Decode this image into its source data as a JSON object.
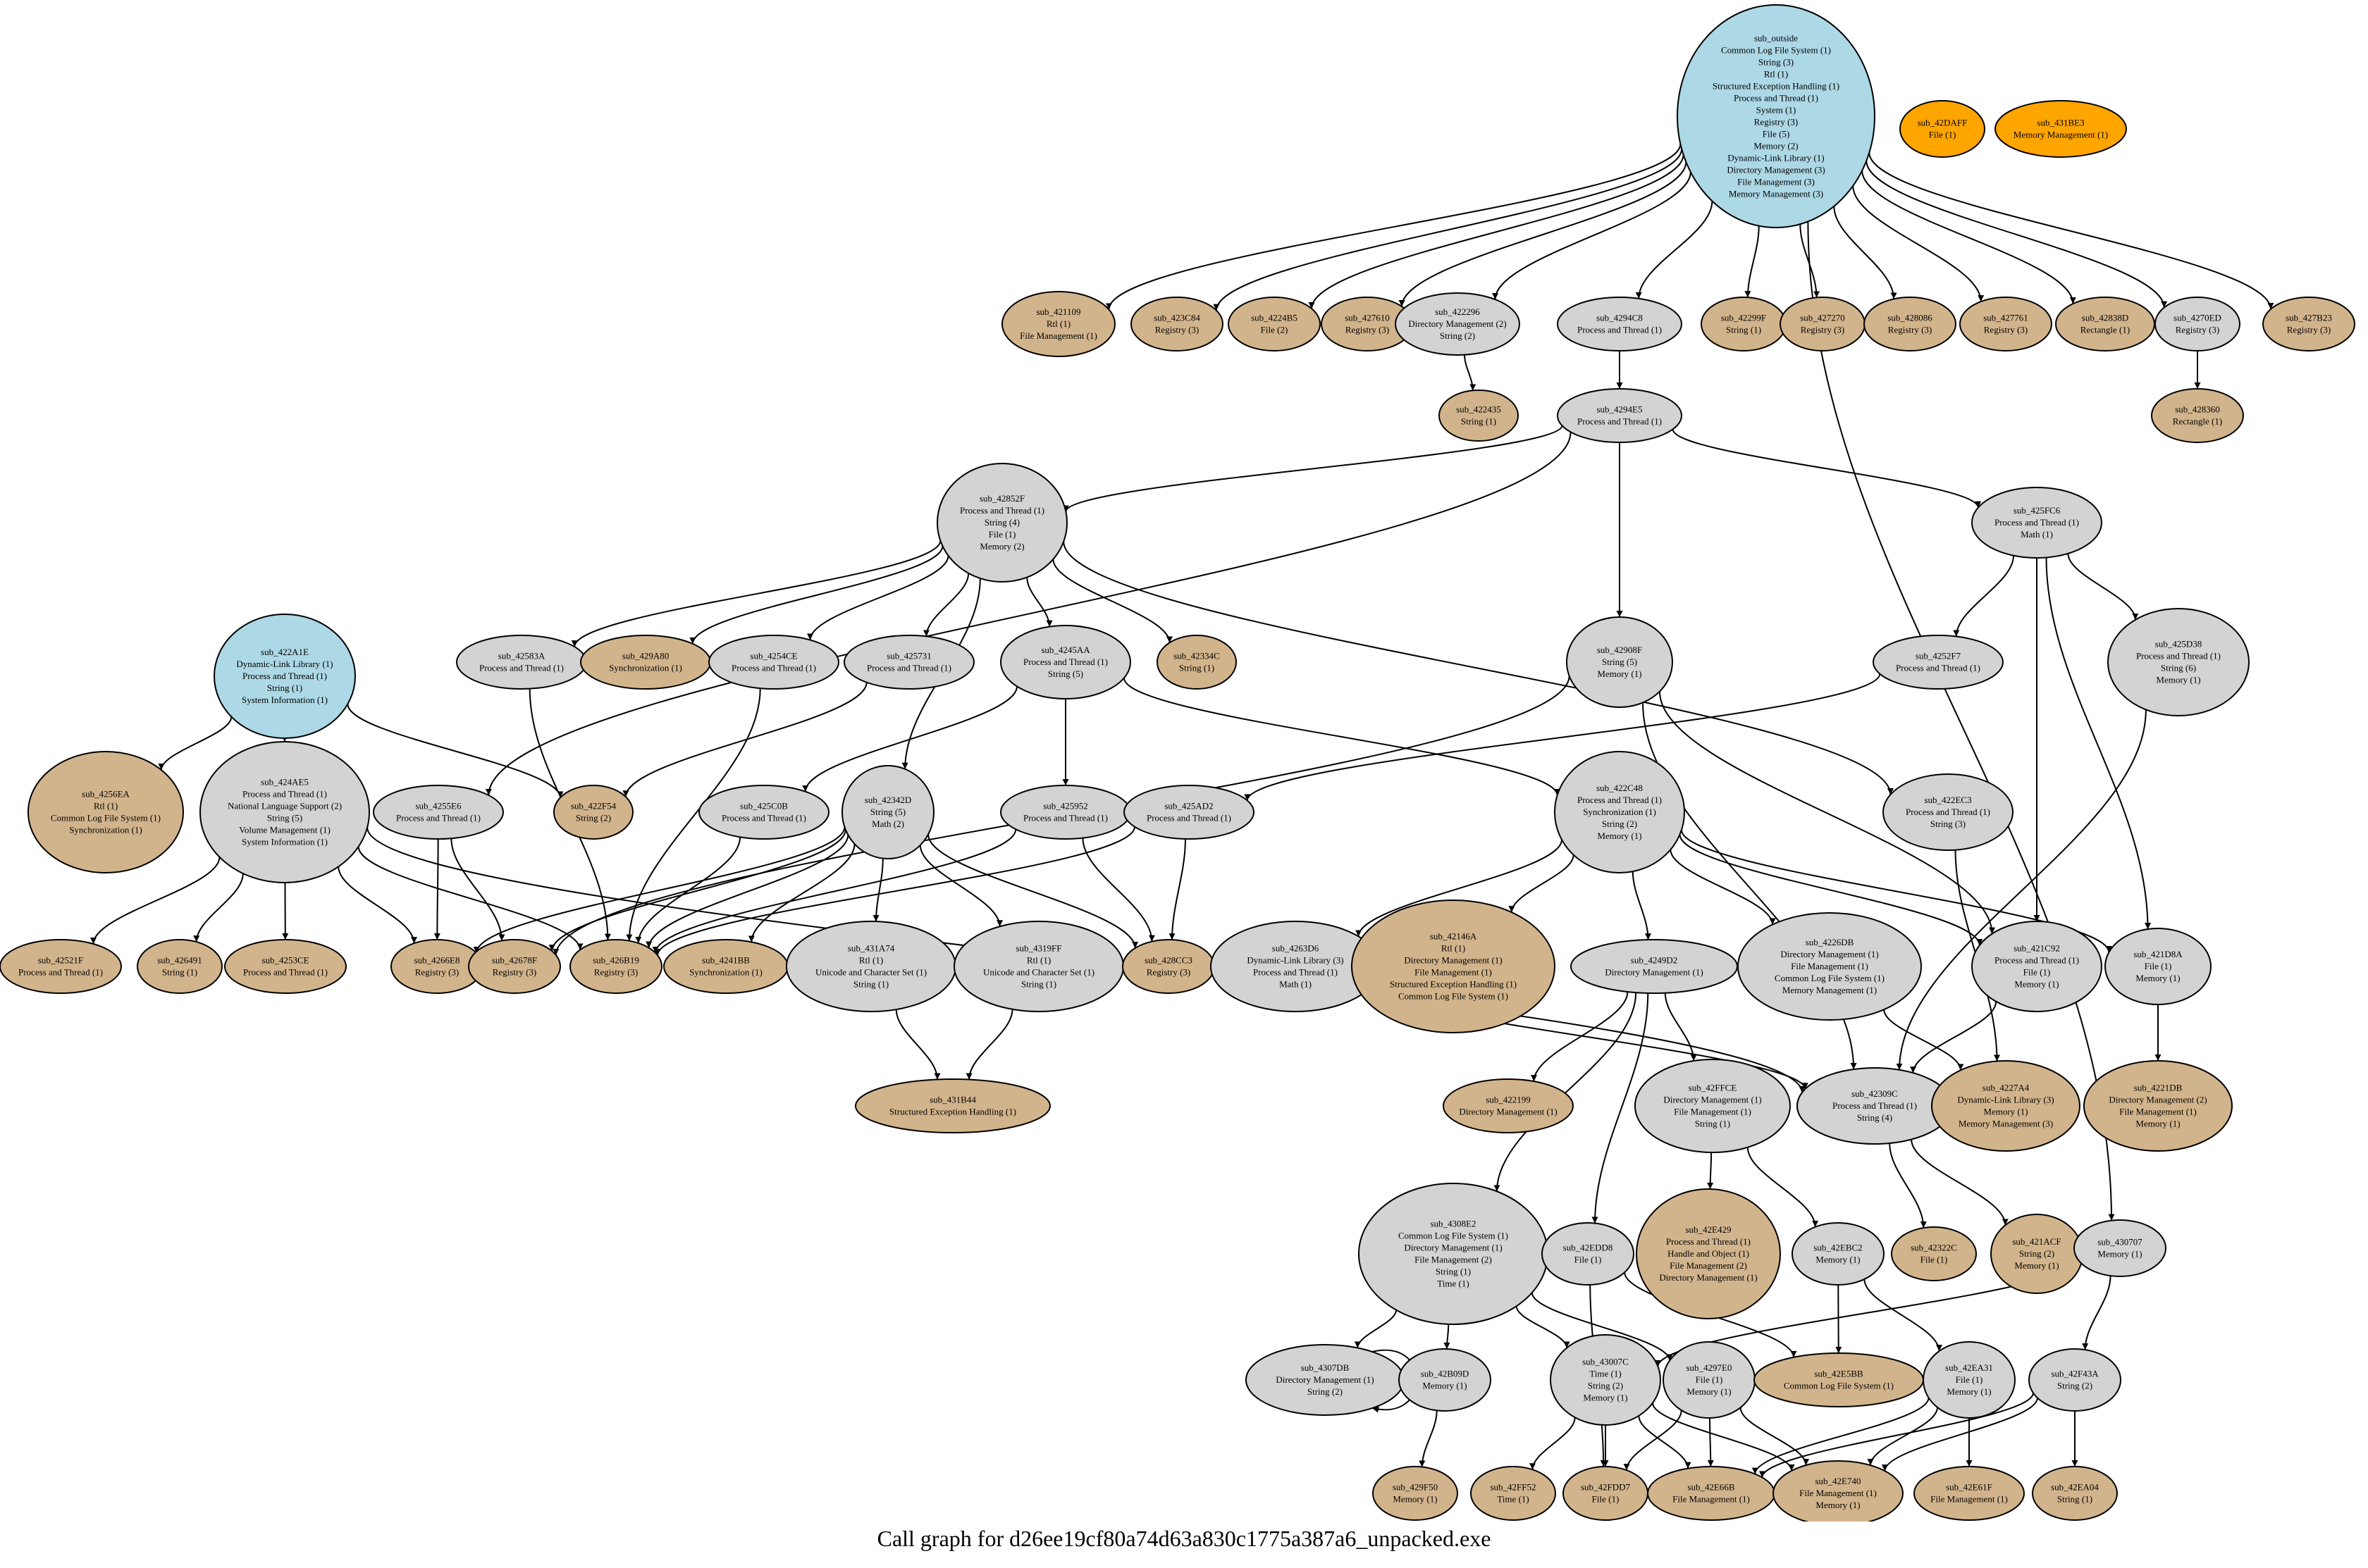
{
  "caption": "Call graph for d26ee19cf80a74d63a830c1775a387a6_unpacked.exe",
  "colors": {
    "root": "#add8e6",
    "leaf": "#d2b48c",
    "internal": "#d3d3d3",
    "orphan": "#ffa500",
    "stroke": "#000000"
  },
  "nodes": [
    {
      "id": "sub_outside",
      "kind": "root",
      "lines": [
        "sub_outside",
        "Common Log File System (1)",
        "String (3)",
        "Rtl (1)",
        "Structured Exception Handling (1)",
        "Process and Thread (1)",
        "System (1)",
        "Registry (3)",
        "File (5)",
        "Memory (2)",
        "Dynamic-Link Library (1)",
        "Directory Management (3)",
        "File Management (3)",
        "Memory Management (3)"
      ]
    },
    {
      "id": "sub_42DAFF",
      "kind": "orphan",
      "lines": [
        "sub_42DAFF",
        "File (1)"
      ]
    },
    {
      "id": "sub_431BE3",
      "kind": "orphan",
      "lines": [
        "sub_431BE3",
        "Memory Management (1)"
      ]
    },
    {
      "id": "sub_421109",
      "kind": "leaf",
      "lines": [
        "sub_421109",
        "Rtl (1)",
        "File Management (1)"
      ]
    },
    {
      "id": "sub_423C84",
      "kind": "leaf",
      "lines": [
        "sub_423C84",
        "Registry (3)"
      ]
    },
    {
      "id": "sub_4224B5",
      "kind": "leaf",
      "lines": [
        "sub_4224B5",
        "File (2)"
      ]
    },
    {
      "id": "sub_427610",
      "kind": "leaf",
      "lines": [
        "sub_427610",
        "Registry (3)"
      ]
    },
    {
      "id": "sub_422296",
      "kind": "internal",
      "lines": [
        "sub_422296",
        "Directory Management (2)",
        "String (2)"
      ]
    },
    {
      "id": "sub_4294C8",
      "kind": "internal",
      "lines": [
        "sub_4294C8",
        "Process and Thread (1)"
      ]
    },
    {
      "id": "sub_42299F",
      "kind": "leaf",
      "lines": [
        "sub_42299F",
        "String (1)"
      ]
    },
    {
      "id": "sub_427270",
      "kind": "leaf",
      "lines": [
        "sub_427270",
        "Registry (3)"
      ]
    },
    {
      "id": "sub_428086",
      "kind": "leaf",
      "lines": [
        "sub_428086",
        "Registry (3)"
      ]
    },
    {
      "id": "sub_427761",
      "kind": "leaf",
      "lines": [
        "sub_427761",
        "Registry (3)"
      ]
    },
    {
      "id": "sub_42838D",
      "kind": "leaf",
      "lines": [
        "sub_42838D",
        "Rectangle (1)"
      ]
    },
    {
      "id": "sub_4270ED",
      "kind": "internal",
      "lines": [
        "sub_4270ED",
        "Registry (3)"
      ]
    },
    {
      "id": "sub_427B23",
      "kind": "leaf",
      "lines": [
        "sub_427B23",
        "Registry (3)"
      ]
    },
    {
      "id": "sub_422435",
      "kind": "leaf",
      "lines": [
        "sub_422435",
        "String (1)"
      ]
    },
    {
      "id": "sub_428360",
      "kind": "leaf",
      "lines": [
        "sub_428360",
        "Rectangle (1)"
      ]
    },
    {
      "id": "sub_4294E5",
      "kind": "internal",
      "lines": [
        "sub_4294E5",
        "Process and Thread (1)"
      ]
    },
    {
      "id": "sub_42852F",
      "kind": "internal",
      "lines": [
        "sub_42852F",
        "Process and Thread (1)",
        "String (4)",
        "File (1)",
        "Memory (2)"
      ]
    },
    {
      "id": "sub_425FC6",
      "kind": "internal",
      "lines": [
        "sub_425FC6",
        "Process and Thread (1)",
        "Math (1)"
      ]
    },
    {
      "id": "sub_422A1E",
      "kind": "root",
      "lines": [
        "sub_422A1E",
        "Dynamic-Link Library (1)",
        "Process and Thread (1)",
        "String (1)",
        "System Information (1)"
      ]
    },
    {
      "id": "sub_42583A",
      "kind": "internal",
      "lines": [
        "sub_42583A",
        "Process and Thread (1)"
      ]
    },
    {
      "id": "sub_429A80",
      "kind": "leaf",
      "lines": [
        "sub_429A80",
        "Synchronization (1)"
      ]
    },
    {
      "id": "sub_4254CE",
      "kind": "internal",
      "lines": [
        "sub_4254CE",
        "Process and Thread (1)"
      ]
    },
    {
      "id": "sub_425731",
      "kind": "internal",
      "lines": [
        "sub_425731",
        "Process and Thread (1)"
      ]
    },
    {
      "id": "sub_4245AA",
      "kind": "internal",
      "lines": [
        "sub_4245AA",
        "Process and Thread (1)",
        "String (5)"
      ]
    },
    {
      "id": "sub_42334C",
      "kind": "leaf",
      "lines": [
        "sub_42334C",
        "String (1)"
      ]
    },
    {
      "id": "sub_42908F",
      "kind": "internal",
      "lines": [
        "sub_42908F",
        "String (5)",
        "Memory (1)"
      ]
    },
    {
      "id": "sub_4252F7",
      "kind": "internal",
      "lines": [
        "sub_4252F7",
        "Process and Thread (1)"
      ]
    },
    {
      "id": "sub_425D38",
      "kind": "internal",
      "lines": [
        "sub_425D38",
        "Process and Thread (1)",
        "String (6)",
        "Memory (1)"
      ]
    },
    {
      "id": "sub_4256EA",
      "kind": "leaf",
      "lines": [
        "sub_4256EA",
        "Rtl (1)",
        "Common Log File System (1)",
        "Synchronization (1)"
      ]
    },
    {
      "id": "sub_424AE5",
      "kind": "internal",
      "lines": [
        "sub_424AE5",
        "Process and Thread (1)",
        "National Language Support (2)",
        "String (5)",
        "Volume Management (1)",
        "System Information (1)"
      ]
    },
    {
      "id": "sub_4255E6",
      "kind": "internal",
      "lines": [
        "sub_4255E6",
        "Process and Thread (1)"
      ]
    },
    {
      "id": "sub_422F54",
      "kind": "leaf",
      "lines": [
        "sub_422F54",
        "String (2)"
      ]
    },
    {
      "id": "sub_425C0B",
      "kind": "internal",
      "lines": [
        "sub_425C0B",
        "Process and Thread (1)"
      ]
    },
    {
      "id": "sub_42342D",
      "kind": "internal",
      "lines": [
        "sub_42342D",
        "String (5)",
        "Math (2)"
      ]
    },
    {
      "id": "sub_425952",
      "kind": "internal",
      "lines": [
        "sub_425952",
        "Process and Thread (1)"
      ]
    },
    {
      "id": "sub_425AD2",
      "kind": "internal",
      "lines": [
        "sub_425AD2",
        "Process and Thread (1)"
      ]
    },
    {
      "id": "sub_422C48",
      "kind": "internal",
      "lines": [
        "sub_422C48",
        "Process and Thread (1)",
        "Synchronization (1)",
        "String (2)",
        "Memory (1)"
      ]
    },
    {
      "id": "sub_422EC3",
      "kind": "internal",
      "lines": [
        "sub_422EC3",
        "Process and Thread (1)",
        "String (3)"
      ]
    },
    {
      "id": "sub_42521F",
      "kind": "leaf",
      "lines": [
        "sub_42521F",
        "Process and Thread (1)"
      ]
    },
    {
      "id": "sub_426491",
      "kind": "leaf",
      "lines": [
        "sub_426491",
        "String (1)"
      ]
    },
    {
      "id": "sub_4253CE",
      "kind": "leaf",
      "lines": [
        "sub_4253CE",
        "Process and Thread (1)"
      ]
    },
    {
      "id": "sub_4266E8",
      "kind": "leaf",
      "lines": [
        "sub_4266E8",
        "Registry (3)"
      ]
    },
    {
      "id": "sub_42678F",
      "kind": "leaf",
      "lines": [
        "sub_42678F",
        "Registry (3)"
      ]
    },
    {
      "id": "sub_426B19",
      "kind": "leaf",
      "lines": [
        "sub_426B19",
        "Registry (3)"
      ]
    },
    {
      "id": "sub_4241BB",
      "kind": "leaf",
      "lines": [
        "sub_4241BB",
        "Synchronization (1)"
      ]
    },
    {
      "id": "sub_431A74",
      "kind": "internal",
      "lines": [
        "sub_431A74",
        "Rtl (1)",
        "Unicode and Character Set (1)",
        "String (1)"
      ]
    },
    {
      "id": "sub_4319FF",
      "kind": "internal",
      "lines": [
        "sub_4319FF",
        "Rtl (1)",
        "Unicode and Character Set (1)",
        "String (1)"
      ]
    },
    {
      "id": "sub_428CC3",
      "kind": "leaf",
      "lines": [
        "sub_428CC3",
        "Registry (3)"
      ]
    },
    {
      "id": "sub_4263D6",
      "kind": "internal",
      "lines": [
        "sub_4263D6",
        "Dynamic-Link Library (3)",
        "Process and Thread (1)",
        "Math (1)"
      ]
    },
    {
      "id": "sub_42146A",
      "kind": "leaf",
      "lines": [
        "sub_42146A",
        "Rtl (1)",
        "Directory Management (1)",
        "File Management (1)",
        "Structured Exception Handling (1)",
        "Common Log File System (1)"
      ]
    },
    {
      "id": "sub_4249D2",
      "kind": "internal",
      "lines": [
        "sub_4249D2",
        "Directory Management (1)"
      ]
    },
    {
      "id": "sub_4226DB",
      "kind": "internal",
      "lines": [
        "sub_4226DB",
        "Directory Management (1)",
        "File Management (1)",
        "Common Log File System (1)",
        "Memory Management (1)"
      ]
    },
    {
      "id": "sub_421C92",
      "kind": "internal",
      "lines": [
        "sub_421C92",
        "Process and Thread (1)",
        "File (1)",
        "Memory (1)"
      ]
    },
    {
      "id": "sub_421D8A",
      "kind": "internal",
      "lines": [
        "sub_421D8A",
        "File (1)",
        "Memory (1)"
      ]
    },
    {
      "id": "sub_431B44",
      "kind": "leaf",
      "lines": [
        "sub_431B44",
        "Structured Exception Handling (1)"
      ]
    },
    {
      "id": "sub_422199",
      "kind": "leaf",
      "lines": [
        "sub_422199",
        "Directory Management (1)"
      ]
    },
    {
      "id": "sub_42FFCE",
      "kind": "internal",
      "lines": [
        "sub_42FFCE",
        "Directory Management (1)",
        "File Management (1)",
        "String (1)"
      ]
    },
    {
      "id": "sub_42309C",
      "kind": "internal",
      "lines": [
        "sub_42309C",
        "Process and Thread (1)",
        "String (4)"
      ]
    },
    {
      "id": "sub_4227A4",
      "kind": "leaf",
      "lines": [
        "sub_4227A4",
        "Dynamic-Link Library (3)",
        "Memory (1)",
        "Memory Management (3)"
      ]
    },
    {
      "id": "sub_4221DB",
      "kind": "leaf",
      "lines": [
        "sub_4221DB",
        "Directory Management (2)",
        "File Management (1)",
        "Memory (1)"
      ]
    },
    {
      "id": "sub_4308E2",
      "kind": "internal",
      "lines": [
        "sub_4308E2",
        "Common Log File System (1)",
        "Directory Management (1)",
        "File Management (2)",
        "String (1)",
        "Time (1)"
      ]
    },
    {
      "id": "sub_42EDD8",
      "kind": "internal",
      "lines": [
        "sub_42EDD8",
        "File (1)"
      ]
    },
    {
      "id": "sub_42E429",
      "kind": "leaf",
      "lines": [
        "sub_42E429",
        "Process and Thread (1)",
        "Handle and Object (1)",
        "File Management (2)",
        "Directory Management (1)"
      ]
    },
    {
      "id": "sub_42EBC2",
      "kind": "internal",
      "lines": [
        "sub_42EBC2",
        "Memory (1)"
      ]
    },
    {
      "id": "sub_42322C",
      "kind": "leaf",
      "lines": [
        "sub_42322C",
        "File (1)"
      ]
    },
    {
      "id": "sub_421ACF",
      "kind": "leaf",
      "lines": [
        "sub_421ACF",
        "String (2)",
        "Memory (1)"
      ]
    },
    {
      "id": "sub_430707",
      "kind": "internal",
      "lines": [
        "sub_430707",
        "Memory (1)"
      ]
    },
    {
      "id": "sub_4307DB",
      "kind": "internal",
      "lines": [
        "sub_4307DB",
        "Directory Management (1)",
        "String (2)"
      ]
    },
    {
      "id": "sub_42B09D",
      "kind": "internal",
      "lines": [
        "sub_42B09D",
        "Memory (1)"
      ]
    },
    {
      "id": "sub_43007C",
      "kind": "internal",
      "lines": [
        "sub_43007C",
        "Time (1)",
        "String (2)",
        "Memory (1)"
      ]
    },
    {
      "id": "sub_4297E0",
      "kind": "internal",
      "lines": [
        "sub_4297E0",
        "File (1)",
        "Memory (1)"
      ]
    },
    {
      "id": "sub_42E5BB",
      "kind": "leaf",
      "lines": [
        "sub_42E5BB",
        "Common Log File System (1)"
      ]
    },
    {
      "id": "sub_42EA31",
      "kind": "internal",
      "lines": [
        "sub_42EA31",
        "File (1)",
        "Memory (1)"
      ]
    },
    {
      "id": "sub_42F43A",
      "kind": "internal",
      "lines": [
        "sub_42F43A",
        "String (2)"
      ]
    },
    {
      "id": "sub_429F50",
      "kind": "leaf",
      "lines": [
        "sub_429F50",
        "Memory (1)"
      ]
    },
    {
      "id": "sub_42FF52",
      "kind": "leaf",
      "lines": [
        "sub_42FF52",
        "Time (1)"
      ]
    },
    {
      "id": "sub_42FDD7",
      "kind": "leaf",
      "lines": [
        "sub_42FDD7",
        "File (1)"
      ]
    },
    {
      "id": "sub_42E66B",
      "kind": "leaf",
      "lines": [
        "sub_42E66B",
        "File Management (1)"
      ]
    },
    {
      "id": "sub_42E740",
      "kind": "leaf",
      "lines": [
        "sub_42E740",
        "File Management (1)",
        "Memory (1)"
      ]
    },
    {
      "id": "sub_42E61F",
      "kind": "leaf",
      "lines": [
        "sub_42E61F",
        "File Management (1)"
      ]
    },
    {
      "id": "sub_42EA04",
      "kind": "leaf",
      "lines": [
        "sub_42EA04",
        "String (1)"
      ]
    }
  ],
  "edges": [
    [
      "sub_outside",
      "sub_421109"
    ],
    [
      "sub_outside",
      "sub_423C84"
    ],
    [
      "sub_outside",
      "sub_4224B5"
    ],
    [
      "sub_outside",
      "sub_427610"
    ],
    [
      "sub_outside",
      "sub_422296"
    ],
    [
      "sub_outside",
      "sub_4294C8"
    ],
    [
      "sub_outside",
      "sub_42299F"
    ],
    [
      "sub_outside",
      "sub_427270"
    ],
    [
      "sub_outside",
      "sub_428086"
    ],
    [
      "sub_outside",
      "sub_427761"
    ],
    [
      "sub_outside",
      "sub_42838D"
    ],
    [
      "sub_outside",
      "sub_4270ED"
    ],
    [
      "sub_outside",
      "sub_427B23"
    ],
    [
      "sub_outside",
      "sub_430707"
    ],
    [
      "sub_422296",
      "sub_422435"
    ],
    [
      "sub_4270ED",
      "sub_428360"
    ],
    [
      "sub_4294C8",
      "sub_4294E5"
    ],
    [
      "sub_4294E5",
      "sub_42852F"
    ],
    [
      "sub_4294E5",
      "sub_425FC6"
    ],
    [
      "sub_4294E5",
      "sub_42908F"
    ],
    [
      "sub_4294E5",
      "sub_4255E6"
    ],
    [
      "sub_42852F",
      "sub_42583A"
    ],
    [
      "sub_42852F",
      "sub_429A80"
    ],
    [
      "sub_42852F",
      "sub_4254CE"
    ],
    [
      "sub_42852F",
      "sub_425731"
    ],
    [
      "sub_42852F",
      "sub_4245AA"
    ],
    [
      "sub_42852F",
      "sub_42334C"
    ],
    [
      "sub_42852F",
      "sub_42342D"
    ],
    [
      "sub_42852F",
      "sub_422EC3"
    ],
    [
      "sub_425FC6",
      "sub_4252F7"
    ],
    [
      "sub_425FC6",
      "sub_425D38"
    ],
    [
      "sub_425FC6",
      "sub_421C92"
    ],
    [
      "sub_425FC6",
      "sub_421D8A"
    ],
    [
      "sub_422A1E",
      "sub_4256EA"
    ],
    [
      "sub_422A1E",
      "sub_424AE5"
    ],
    [
      "sub_422A1E",
      "sub_422F54"
    ],
    [
      "sub_42583A",
      "sub_426B19"
    ],
    [
      "sub_4254CE",
      "sub_426B19"
    ],
    [
      "sub_425731",
      "sub_422F54"
    ],
    [
      "sub_4245AA",
      "sub_425C0B"
    ],
    [
      "sub_4245AA",
      "sub_425952"
    ],
    [
      "sub_4245AA",
      "sub_422C48"
    ],
    [
      "sub_42908F",
      "sub_42678F"
    ],
    [
      "sub_42908F",
      "sub_421C92"
    ],
    [
      "sub_42908F",
      "sub_42309C"
    ],
    [
      "sub_4252F7",
      "sub_425AD2"
    ],
    [
      "sub_425D38",
      "sub_42309C"
    ],
    [
      "sub_424AE5",
      "sub_42521F"
    ],
    [
      "sub_424AE5",
      "sub_426491"
    ],
    [
      "sub_424AE5",
      "sub_4253CE"
    ],
    [
      "sub_424AE5",
      "sub_4266E8"
    ],
    [
      "sub_424AE5",
      "sub_426B19"
    ],
    [
      "sub_424AE5",
      "sub_42309C"
    ],
    [
      "sub_4255E6",
      "sub_4266E8"
    ],
    [
      "sub_4255E6",
      "sub_42678F"
    ],
    [
      "sub_425C0B",
      "sub_426B19"
    ],
    [
      "sub_42342D",
      "sub_4266E8"
    ],
    [
      "sub_42342D",
      "sub_42678F"
    ],
    [
      "sub_42342D",
      "sub_426B19"
    ],
    [
      "sub_42342D",
      "sub_4241BB"
    ],
    [
      "sub_42342D",
      "sub_431A74"
    ],
    [
      "sub_42342D",
      "sub_4319FF"
    ],
    [
      "sub_42342D",
      "sub_428CC3"
    ],
    [
      "sub_425952",
      "sub_426B19"
    ],
    [
      "sub_425952",
      "sub_428CC3"
    ],
    [
      "sub_425AD2",
      "sub_426B19"
    ],
    [
      "sub_425AD2",
      "sub_428CC3"
    ],
    [
      "sub_422C48",
      "sub_4263D6"
    ],
    [
      "sub_422C48",
      "sub_42146A"
    ],
    [
      "sub_422C48",
      "sub_4249D2"
    ],
    [
      "sub_422C48",
      "sub_4226DB"
    ],
    [
      "sub_422C48",
      "sub_421C92"
    ],
    [
      "sub_422C48",
      "sub_421D8A"
    ],
    [
      "sub_422EC3",
      "sub_4227A4"
    ],
    [
      "sub_431A74",
      "sub_431B44"
    ],
    [
      "sub_4319FF",
      "sub_431B44"
    ],
    [
      "sub_4263D6",
      "sub_42309C"
    ],
    [
      "sub_4249D2",
      "sub_422199"
    ],
    [
      "sub_4249D2",
      "sub_42FFCE"
    ],
    [
      "sub_4249D2",
      "sub_4308E2"
    ],
    [
      "sub_4249D2",
      "sub_42EDD8"
    ],
    [
      "sub_4226DB",
      "sub_4227A4"
    ],
    [
      "sub_421C92",
      "sub_42309C"
    ],
    [
      "sub_421D8A",
      "sub_4221DB"
    ],
    [
      "sub_42FFCE",
      "sub_42E429"
    ],
    [
      "sub_42FFCE",
      "sub_42EBC2"
    ],
    [
      "sub_42309C",
      "sub_42322C"
    ],
    [
      "sub_42309C",
      "sub_421ACF"
    ],
    [
      "sub_4308E2",
      "sub_4307DB"
    ],
    [
      "sub_4308E2",
      "sub_42B09D"
    ],
    [
      "sub_4308E2",
      "sub_43007C"
    ],
    [
      "sub_4308E2",
      "sub_4297E0"
    ],
    [
      "sub_42EDD8",
      "sub_42E5BB"
    ],
    [
      "sub_42EDD8",
      "sub_42FDD7"
    ],
    [
      "sub_42EBC2",
      "sub_42E5BB"
    ],
    [
      "sub_42EBC2",
      "sub_42EA31"
    ],
    [
      "sub_430707",
      "sub_43007C"
    ],
    [
      "sub_430707",
      "sub_42F43A"
    ],
    [
      "sub_4307DB",
      "sub_4307DB"
    ],
    [
      "sub_42B09D",
      "sub_429F50"
    ],
    [
      "sub_43007C",
      "sub_42FF52"
    ],
    [
      "sub_43007C",
      "sub_42FDD7"
    ],
    [
      "sub_43007C",
      "sub_42E66B"
    ],
    [
      "sub_43007C",
      "sub_42E740"
    ],
    [
      "sub_4297E0",
      "sub_42FDD7"
    ],
    [
      "sub_4297E0",
      "sub_42E66B"
    ],
    [
      "sub_4297E0",
      "sub_42E740"
    ],
    [
      "sub_42EA31",
      "sub_42E66B"
    ],
    [
      "sub_42EA31",
      "sub_42E740"
    ],
    [
      "sub_42EA31",
      "sub_42E61F"
    ],
    [
      "sub_42F43A",
      "sub_42E66B"
    ],
    [
      "sub_42F43A",
      "sub_42E740"
    ],
    [
      "sub_42F43A",
      "sub_42EA04"
    ]
  ]
}
